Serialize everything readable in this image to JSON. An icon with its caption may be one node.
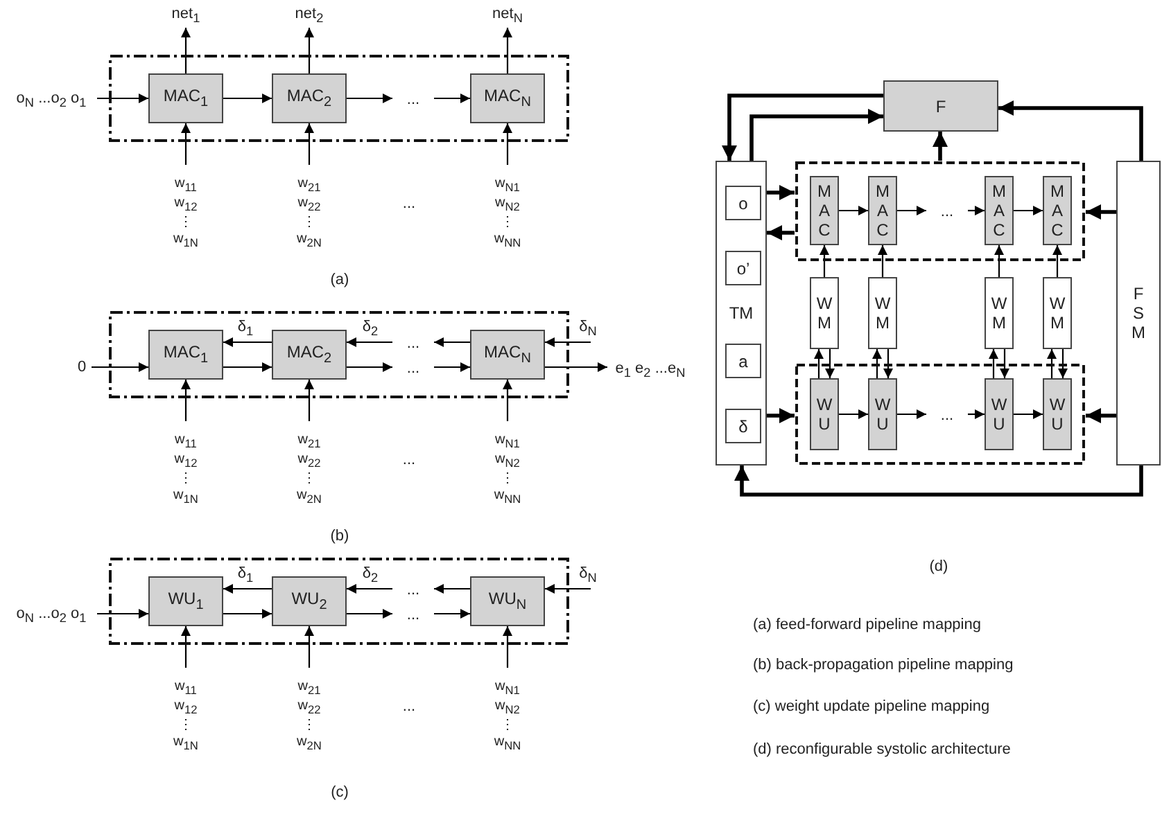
{
  "diagram": {
    "nodes": [
      {
        "text": [],
        "shape": "box"
      },
      {
        "text": [
          "MAC$_{1}$"
        ],
        "in": 0
      },
      {
        "text": [
          "MAC$_{2}$"
        ],
        "in": 0
      },
      {
        "text": [
          "..."
        ],
        "in": 0
      },
      {
        "text": [
          "MAC$_{N}$"
        ],
        "in": 0
      },
      {
        "text": [
          "o$_{N}$ ...o$_{2}$ o$_{1}$"
        ]
      },
      {
        "text": [
          "net$_{1}$"
        ]
      },
      {
        "text": [
          "net$_{2}$"
        ]
      },
      {
        "text": [
          "net$_{N}$"
        ]
      },
      {
        "text": [
          "w$_{11}$",
          "w$_{12}$",
          "⋮",
          "w$_{1N}$"
        ]
      },
      {
        "text": [
          "w$_{21}$",
          "w$_{22}$",
          "⋮",
          "w$_{2N}$"
        ]
      },
      {
        "text": [
          "w$_{N1}$",
          "w$_{N2}$",
          "⋮",
          "w$_{NN}$"
        ]
      },
      {
        "text": [],
        "shape": "box"
      },
      {
        "text": [
          "MAC$_{1}$"
        ],
        "in": 12
      },
      {
        "text": [
          "MAC$_{2}$"
        ],
        "in": 12
      },
      {
        "text": [
          "..."
        ],
        "in": 12
      },
      {
        "text": [
          "..."
        ],
        "in": 12
      },
      {
        "text": [
          "MAC$_{N}$"
        ],
        "in": 12
      },
      {
        "text": [
          "0"
        ]
      },
      {
        "text": [
          "e$_{1}$ e$_{2}$ ...e$_{N}$"
        ]
      },
      {
        "text": [
          "w$_{11}$",
          "w$_{12}$",
          "⋮",
          "w$_{1N}$"
        ]
      },
      {
        "text": [
          "w$_{21}$",
          "w$_{22}$",
          "⋮",
          "w$_{2N}$"
        ]
      },
      {
        "text": [
          "w$_{N1}$",
          "w$_{N2}$",
          "⋮",
          "w$_{NN}$"
        ]
      },
      {
        "text": [],
        "shape": "box"
      },
      {
        "text": [
          "WU$_{1}$"
        ],
        "in": 23
      },
      {
        "text": [
          "WU$_{2}$"
        ],
        "in": 23
      },
      {
        "text": [
          "..."
        ],
        "in": 23
      },
      {
        "text": [
          "..."
        ],
        "in": 23
      },
      {
        "text": [
          "WU$_{N}$"
        ],
        "in": 23
      },
      {
        "text": [
          "o$_{N}$ ...o$_{2}$ o$_{1}$"
        ]
      },
      {
        "text": [
          "w$_{11}$",
          "w$_{12}$",
          "⋮",
          "w$_{1N}$"
        ]
      },
      {
        "text": [
          "w$_{21}$",
          "w$_{22}$",
          "⋮",
          "w$_{2N}$"
        ]
      },
      {
        "text": [
          "w$_{N1}$",
          "w$_{N2}$",
          "⋮",
          "w$_{NN}$"
        ]
      },
      {
        "text": [
          "F"
        ]
      },
      {
        "text": [
          "TM"
        ]
      },
      {
        "text": [
          "o"
        ],
        "in": 34
      },
      {
        "text": [
          "o’"
        ],
        "in": 34
      },
      {
        "text": [
          "a"
        ],
        "in": 34
      },
      {
        "text": [
          "δ"
        ],
        "in": 34
      },
      {
        "text": [],
        "shape": "box"
      },
      {
        "text": [
          "M A C"
        ],
        "in": 39
      },
      {
        "text": [
          "M A C"
        ],
        "in": 39
      },
      {
        "text": [
          "..."
        ],
        "in": 39
      },
      {
        "text": [
          "M A C"
        ],
        "in": 39
      },
      {
        "text": [
          "M A C"
        ],
        "in": 39
      },
      {
        "text": [
          "W M"
        ]
      },
      {
        "text": [
          "W M"
        ]
      },
      {
        "text": [
          "W M"
        ]
      },
      {
        "text": [
          "W M"
        ]
      },
      {
        "text": [],
        "shape": "box"
      },
      {
        "text": [
          "W U"
        ],
        "in": 49
      },
      {
        "text": [
          "W U"
        ],
        "in": 49
      },
      {
        "text": [
          "..."
        ],
        "in": 49
      },
      {
        "text": [
          "W U"
        ],
        "in": 49
      },
      {
        "text": [
          "W U"
        ],
        "in": 49
      },
      {
        "text": [
          "F S M"
        ]
      }
    ],
    "edges": [
      {
        "from": 5,
        "to": 1,
        "arrow": "to"
      },
      {
        "from": 1,
        "to": 2,
        "arrow": "to"
      },
      {
        "from": 2,
        "to": 3,
        "arrow": "to"
      },
      {
        "from": 3,
        "to": 4,
        "arrow": "to"
      },
      {
        "from": 1,
        "to": 6,
        "arrow": "to"
      },
      {
        "from": 2,
        "to": 7,
        "arrow": "to"
      },
      {
        "from": 4,
        "to": 8,
        "arrow": "to"
      },
      {
        "from": 9,
        "to": 1,
        "arrow": "to"
      },
      {
        "from": 10,
        "to": 2,
        "arrow": "to"
      },
      {
        "from": 11,
        "to": 4,
        "arrow": "to"
      },
      {
        "from": 18,
        "to": 13,
        "arrow": "to"
      },
      {
        "from": 13,
        "to": 14,
        "arrow": "to"
      },
      {
        "from": 14,
        "to": 16,
        "arrow": "to"
      },
      {
        "from": 16,
        "to": 17,
        "arrow": "to"
      },
      {
        "from": 17,
        "to": 19,
        "arrow": "to"
      },
      {
        "from": null,
        "to": 17,
        "arrow": "to",
        "label": "δ$_{N}$"
      },
      {
        "from": 17,
        "to": 15,
        "arrow": "to"
      },
      {
        "from": 15,
        "to": 14,
        "arrow": "to",
        "label": "δ$_{2}$"
      },
      {
        "from": 14,
        "to": 13,
        "arrow": "to",
        "label": "δ$_{1}$"
      },
      {
        "from": 20,
        "to": 13,
        "arrow": "to"
      },
      {
        "from": 21,
        "to": 14,
        "arrow": "to"
      },
      {
        "from": 22,
        "to": 17,
        "arrow": "to"
      },
      {
        "from": 29,
        "to": 24,
        "arrow": "to"
      },
      {
        "from": 24,
        "to": 25,
        "arrow": "to"
      },
      {
        "from": 25,
        "to": 27,
        "arrow": "to"
      },
      {
        "from": 27,
        "to": 28,
        "arrow": "to"
      },
      {
        "from": null,
        "to": 28,
        "arrow": "to",
        "label": "δ$_{N}$"
      },
      {
        "from": 28,
        "to": 26,
        "arrow": "to"
      },
      {
        "from": 26,
        "to": 25,
        "arrow": "to",
        "label": "δ$_{2}$"
      },
      {
        "from": 25,
        "to": 24,
        "arrow": "to",
        "label": "δ$_{1}$"
      },
      {
        "from": 30,
        "to": 24,
        "arrow": "to"
      },
      {
        "from": 31,
        "to": 25,
        "arrow": "to"
      },
      {
        "from": 32,
        "to": 28,
        "arrow": "to"
      },
      {
        "from": 33,
        "to": 34,
        "arrow": "to",
        "style": "thick"
      },
      {
        "from": 34,
        "to": 33,
        "arrow": "to",
        "style": "thick"
      },
      {
        "from": 39,
        "to": 33,
        "arrow": "to",
        "style": "thick"
      },
      {
        "from": 55,
        "to": 33,
        "arrow": "to",
        "style": "thick"
      },
      {
        "from": 35,
        "to": 39,
        "arrow": "to",
        "style": "thick"
      },
      {
        "from": 39,
        "to": 34,
        "arrow": "to",
        "style": "thick"
      },
      {
        "from": 55,
        "to": 39,
        "arrow": "to",
        "style": "thick"
      },
      {
        "from": 38,
        "to": 49,
        "arrow": "to",
        "style": "thick"
      },
      {
        "from": 55,
        "to": 49,
        "arrow": "to",
        "style": "thick"
      },
      {
        "from": 55,
        "to": 34,
        "arrow": "to",
        "style": "thick"
      },
      {
        "from": 40,
        "to": 41,
        "arrow": "to"
      },
      {
        "from": 41,
        "to": 42,
        "arrow": "to"
      },
      {
        "from": 42,
        "to": 43,
        "arrow": "to"
      },
      {
        "from": 43,
        "to": 44,
        "arrow": "to"
      },
      {
        "from": 50,
        "to": 51,
        "arrow": "to"
      },
      {
        "from": 51,
        "to": 52,
        "arrow": "to"
      },
      {
        "from": 52,
        "to": 53,
        "arrow": "to"
      },
      {
        "from": 53,
        "to": 54,
        "arrow": "to"
      },
      {
        "from": 45,
        "to": 40,
        "arrow": "to"
      },
      {
        "from": 46,
        "to": 41,
        "arrow": "to"
      },
      {
        "from": 47,
        "to": 43,
        "arrow": "to"
      },
      {
        "from": 48,
        "to": 44,
        "arrow": "to"
      },
      {
        "from": 50,
        "to": 45,
        "arrow": "to"
      },
      {
        "from": 45,
        "to": 50,
        "arrow": "to"
      },
      {
        "from": 51,
        "to": 46,
        "arrow": "to"
      },
      {
        "from": 46,
        "to": 51,
        "arrow": "to"
      },
      {
        "from": 53,
        "to": 47,
        "arrow": "to"
      },
      {
        "from": 47,
        "to": 53,
        "arrow": "to"
      },
      {
        "from": 54,
        "to": 48,
        "arrow": "to"
      },
      {
        "from": 48,
        "to": 54,
        "arrow": "to"
      }
    ],
    "labels": [
      "...",
      "(a)",
      "...",
      "(b)",
      "...",
      "(c)",
      "(d)",
      "(a) feed-forward pipeline mapping",
      "(b) back-propagation pipeline mapping",
      "(c) weight update pipeline mapping",
      "(d) reconfigurable systolic architecture"
    ]
  }
}
